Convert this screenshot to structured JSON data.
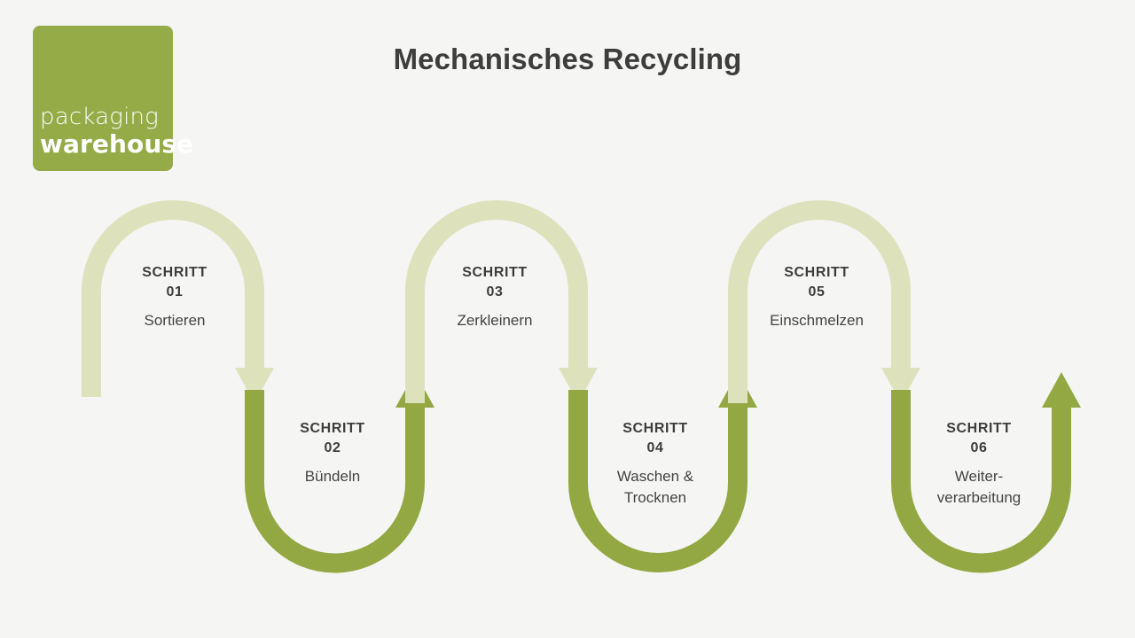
{
  "page": {
    "background_color": "#f5f5f3",
    "title": "Mechanisches Recycling"
  },
  "logo": {
    "name": "packaging-warehouse-logo",
    "line1": "packaging",
    "line2": "warehouse",
    "background_color": "#95ab48",
    "text_color": "#ffffff"
  },
  "colors": {
    "light_green": "#dde2bc",
    "dark_green": "#93a842",
    "text_dark": "#3d3d3b",
    "background": "#f5f5f3"
  },
  "chart_data": {
    "type": "diagram",
    "subtype": "serpentine-process-flow",
    "title": "Mechanisches Recycling",
    "step_count": 6,
    "steps": [
      {
        "kicker": "SCHRITT",
        "number": "01",
        "name": "Sortieren",
        "arc": "top",
        "arc_color": "#dde2bc"
      },
      {
        "kicker": "SCHRITT",
        "number": "02",
        "name": "Bündeln",
        "arc": "bottom",
        "arc_color": "#93a842"
      },
      {
        "kicker": "SCHRITT",
        "number": "03",
        "name": "Zerkleinern",
        "arc": "top",
        "arc_color": "#dde2bc"
      },
      {
        "kicker": "SCHRITT",
        "number": "04",
        "name": "Waschen & Trocknen",
        "arc": "bottom",
        "arc_color": "#93a842"
      },
      {
        "kicker": "SCHRITT",
        "number": "05",
        "name": "Einschmelzen",
        "arc": "top",
        "arc_color": "#dde2bc"
      },
      {
        "kicker": "SCHRITT",
        "number": "06",
        "name": "Weiter-verarbeitung",
        "arc": "bottom",
        "arc_color": "#93a842"
      }
    ]
  },
  "steps": [
    {
      "kicker": "SCHRITT",
      "number": "01",
      "name_line1": "Sortieren",
      "name_line2": ""
    },
    {
      "kicker": "SCHRITT",
      "number": "02",
      "name_line1": "Bündeln",
      "name_line2": ""
    },
    {
      "kicker": "SCHRITT",
      "number": "03",
      "name_line1": "Zerkleinern",
      "name_line2": ""
    },
    {
      "kicker": "SCHRITT",
      "number": "04",
      "name_line1": "Waschen &",
      "name_line2": "Trocknen"
    },
    {
      "kicker": "SCHRITT",
      "number": "05",
      "name_line1": "Einschmelzen",
      "name_line2": ""
    },
    {
      "kicker": "SCHRITT",
      "number": "06",
      "name_line1": "Weiter-",
      "name_line2": "verarbeitung"
    }
  ]
}
